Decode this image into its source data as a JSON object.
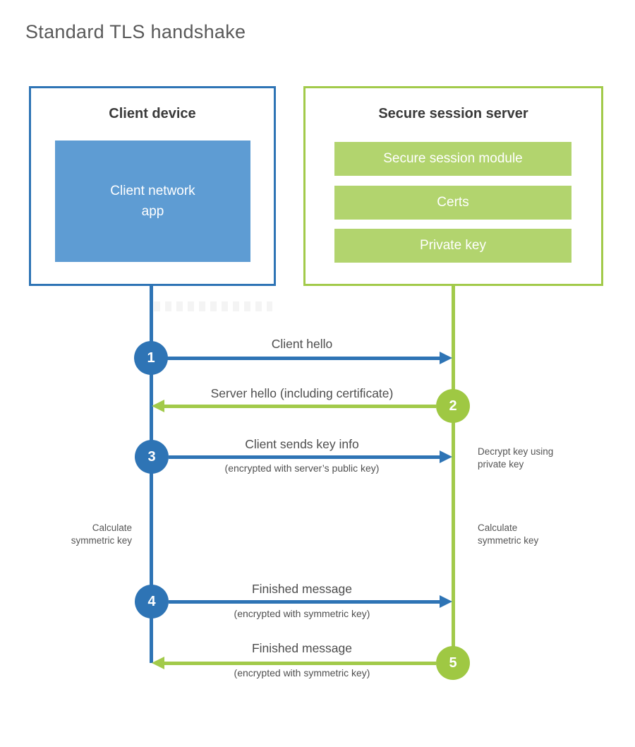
{
  "page": {
    "title": "Standard TLS handshake"
  },
  "colors": {
    "blue_dark": "#2e74b5",
    "blue_fill": "#5e9cd3",
    "green_dark": "#a2ca4a",
    "green_circle": "#9fc843",
    "green_fill": "#b2d46e",
    "heading_text": "#3a3a3a",
    "label_text": "#4d4d4d",
    "title_text": "#595959"
  },
  "client": {
    "title": "Client device",
    "app_label": "Client network app"
  },
  "server": {
    "title": "Secure session server",
    "modules": [
      "Secure session module",
      "Certs",
      "Private key"
    ]
  },
  "steps": [
    {
      "number": "1",
      "label": "Client hello",
      "sublabel": "",
      "direction": "right",
      "color": "blue"
    },
    {
      "number": "2",
      "label": "Server hello (including certificate)",
      "sublabel": "",
      "direction": "left",
      "color": "green"
    },
    {
      "number": "3",
      "label": "Client sends key info",
      "sublabel": "(encrypted with server’s public key)",
      "direction": "right",
      "color": "blue"
    },
    {
      "number": "4",
      "label": "Finished message",
      "sublabel": "(encrypted with symmetric key)",
      "direction": "right",
      "color": "blue"
    },
    {
      "number": "5",
      "label": "Finished message",
      "sublabel": "(encrypted with symmetric key)",
      "direction": "left",
      "color": "green"
    }
  ],
  "notes": {
    "decrypt": "Decrypt key using private key",
    "calc_left": "Calculate symmetric key",
    "calc_right": "Calculate symmetric key"
  }
}
